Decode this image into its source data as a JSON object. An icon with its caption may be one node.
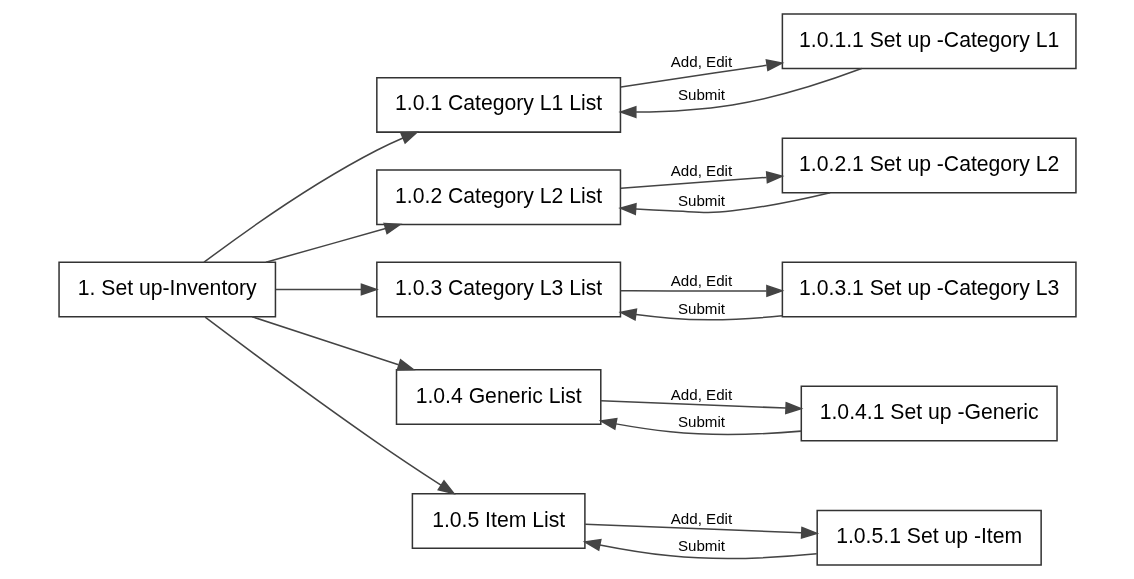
{
  "diagram": {
    "nodes": [
      {
        "text": [
          "1. Set up-Inventory"
        ]
      },
      {
        "text": [
          "1.0.1 Category L1 List"
        ]
      },
      {
        "text": [
          "1.0.1.1 Set up -Category L1"
        ]
      },
      {
        "text": [
          "1.0.2 Category L2 List"
        ]
      },
      {
        "text": [
          "1.0.2.1 Set up -Category L2"
        ]
      },
      {
        "text": [
          "1.0.3 Category L3 List"
        ]
      },
      {
        "text": [
          "1.0.3.1 Set up -Category L3"
        ]
      },
      {
        "text": [
          "1.0.4 Generic List"
        ]
      },
      {
        "text": [
          "1.0.4.1 Set up -Generic"
        ]
      },
      {
        "text": [
          "1.0.5 Item List"
        ]
      },
      {
        "text": [
          "1.0.5.1 Set up -Item"
        ]
      }
    ],
    "edges": [
      {
        "from": 0,
        "to": 1,
        "arrow": "to"
      },
      {
        "from": 0,
        "to": 3,
        "arrow": "to"
      },
      {
        "from": 0,
        "to": 5,
        "arrow": "to"
      },
      {
        "from": 0,
        "to": 7,
        "arrow": "to"
      },
      {
        "from": 0,
        "to": 9,
        "arrow": "to"
      },
      {
        "from": 1,
        "to": 2,
        "arrow": "to",
        "label": "Add, Edit"
      },
      {
        "from": 2,
        "to": 1,
        "arrow": "to",
        "label": "Submit"
      },
      {
        "from": 3,
        "to": 4,
        "arrow": "to",
        "label": "Add, Edit"
      },
      {
        "from": 4,
        "to": 3,
        "arrow": "to",
        "label": "Submit"
      },
      {
        "from": 5,
        "to": 6,
        "arrow": "to",
        "label": "Add, Edit"
      },
      {
        "from": 6,
        "to": 5,
        "arrow": "to",
        "label": "Submit"
      },
      {
        "from": 7,
        "to": 8,
        "arrow": "to",
        "label": "Add, Edit"
      },
      {
        "from": 8,
        "to": 7,
        "arrow": "to",
        "label": "Submit"
      },
      {
        "from": 9,
        "to": 10,
        "arrow": "to",
        "label": "Add, Edit"
      },
      {
        "from": 10,
        "to": 9,
        "arrow": "to",
        "label": "Submit"
      }
    ]
  }
}
